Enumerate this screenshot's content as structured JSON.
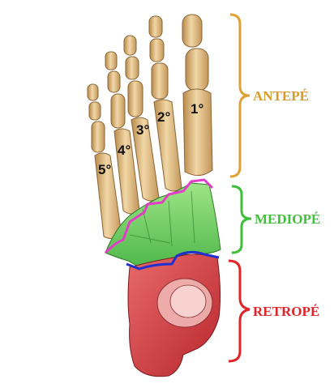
{
  "diagram": {
    "toe_labels": [
      "1°",
      "2°",
      "3°",
      "4°",
      "5°"
    ],
    "regions": [
      {
        "key": "forefoot",
        "label": "ANTEPÉ",
        "color": "#d89a2a"
      },
      {
        "key": "midfoot",
        "label": "MEDIOPÉ",
        "color": "#3fbf3a"
      },
      {
        "key": "hindfoot",
        "label": "RETROPÉ",
        "color": "#e0242a"
      }
    ],
    "boundary_colors": {
      "forefoot_midfoot": "#e23cc8",
      "midfoot_hindfoot": "#1f2fd0"
    },
    "bone_colors": {
      "forefoot": "#e6c48a",
      "midfoot": "#84d56a",
      "hindfoot": "#d84a4e"
    }
  }
}
